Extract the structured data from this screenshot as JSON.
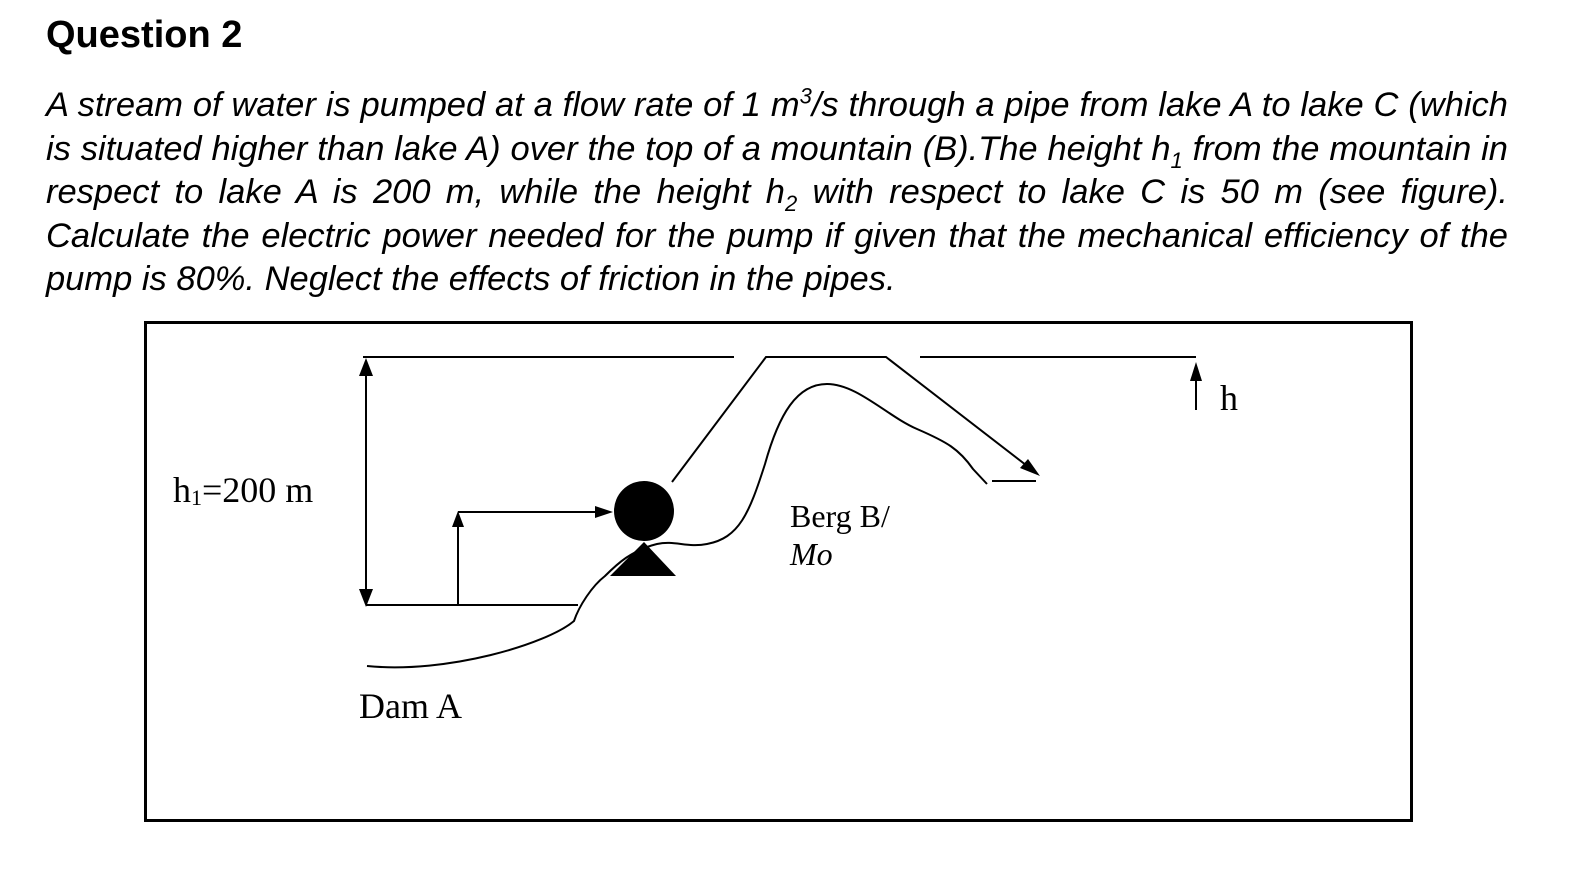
{
  "question": {
    "title": "Question 2",
    "text_1": "A stream of water is pumped at a flow rate of 1 m",
    "text_sup": "3",
    "text_2": "/s through a pipe from lake A to lake C (which is situated higher than lake A) over the top of a mountain (B).The height h",
    "text_sub1": "1",
    "text_3": " from the mountain in respect to lake A is 200 m, while the height h",
    "text_sub2": "2",
    "text_4": " with respect to lake C is 50 m (see figure). Calculate the electric power needed for the pump if given that the mechanical efficiency of the pump is 80%. Neglect the effects of friction in the pipes."
  },
  "figure": {
    "h1_label_prefix": "h",
    "h1_label_sub": "1",
    "h1_label_suffix": "=200 m",
    "h_label": "h",
    "mountain_label_line1": "Berg B/",
    "mountain_label_line2": "Mo",
    "dam_label": "Dam A"
  }
}
